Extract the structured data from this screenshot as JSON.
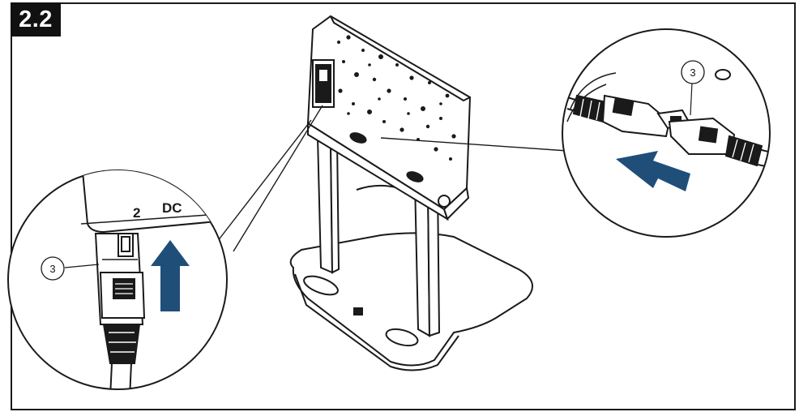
{
  "step": {
    "number": "2.2"
  },
  "left_detail": {
    "port_number": "2",
    "port_label": "DC",
    "callout": "3",
    "arrow_direction": "up"
  },
  "right_detail": {
    "callout": "3",
    "arrow_direction": "left"
  },
  "colors": {
    "arrow": "#1f4e79",
    "line": "#1a1a1a",
    "badge": "#111111"
  }
}
